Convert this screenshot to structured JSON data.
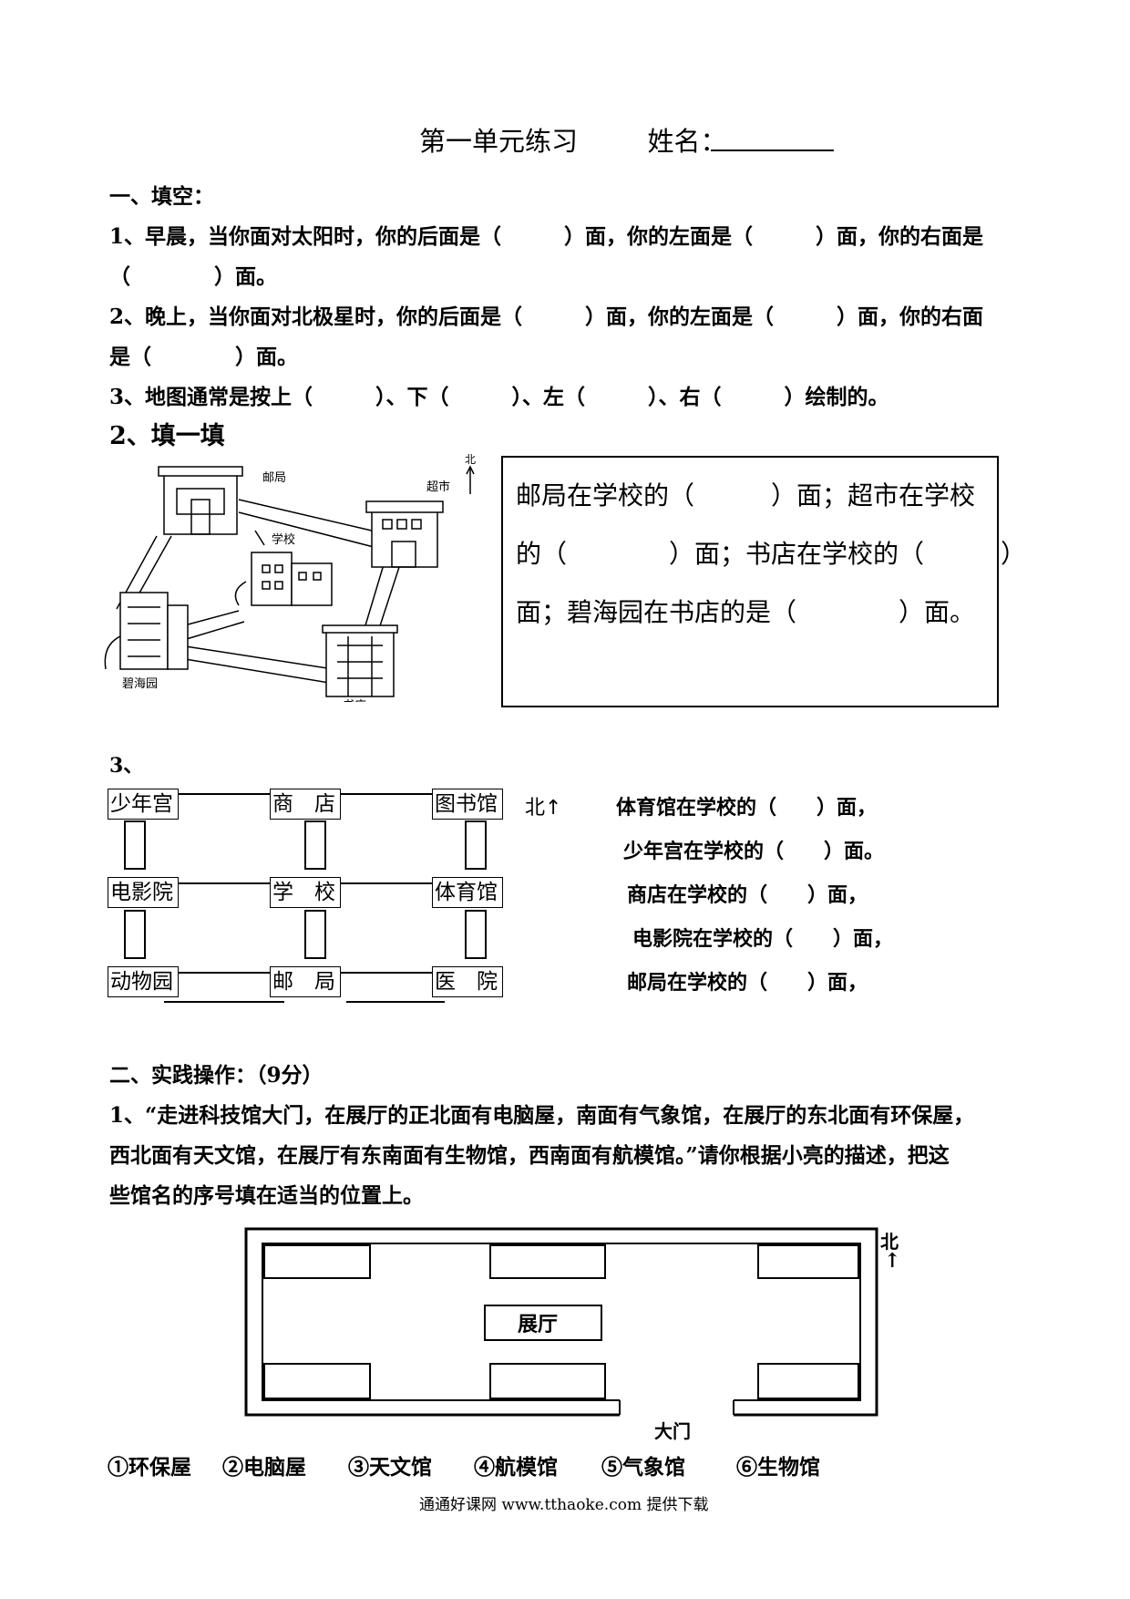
{
  "header": {
    "title": "第一单元练习",
    "name_label": "姓名："
  },
  "section1": {
    "heading": "一、填空：",
    "q1_line1": "1、早晨，当你面对太阳时，你的后面是（　　　）面，你的左面是（　　　）面，你的右面是",
    "q1_line2": "（　　　　）面。",
    "q2_line1": "2、晚上，当你面对北极星时，你的后面是（　　　）面，你的左面是（　　　）面，你的右面",
    "q2_line2": "是（　　　　）面。",
    "q3_line": "3、地图通常是按上（　　　）、下（　　　）、左（　　　）、右（　　　）绘制的。"
  },
  "section2": {
    "heading": "2、填一填",
    "map_labels": {
      "post": "邮局",
      "market": "超市",
      "school": "学校",
      "garden": "碧海园",
      "bookstore": "书店",
      "north": "北"
    },
    "box_lines": [
      "邮局在学校的（　　　）面；超市在学校",
      "的（　　　　）面；书店在学校的（　　　）",
      "面；碧海园在书店的是（　　　　）面。"
    ]
  },
  "section3": {
    "heading": "3、",
    "grid": [
      [
        "少年宫",
        "商　店",
        "图书馆"
      ],
      [
        "电影院",
        "学　校",
        "体育馆"
      ],
      [
        "动物园",
        "邮　局",
        "医　院"
      ]
    ],
    "north_label": "北↑",
    "questions": [
      "体育馆在学校的（　　）面，",
      "少年宫在学校的（　　）面。",
      "商店在学校的（　　）面，",
      "电影院在学校的（　　）面，",
      "邮局在学校的（　　）面，"
    ]
  },
  "practice": {
    "heading": "二、实践操作：（9分）",
    "text_lines": [
      "1、“走进科技馆大门，在展厅的正北面有电脑屋，南面有气象馆，在展厅的东北面有环保屋，",
      "西北面有天文馆，在展厅有东南面有生物馆，西南面有航模馆。”请你根据小亮的描述，把这",
      "些馆名的序号填在适当的位置上。"
    ],
    "hall_label": "展厅",
    "gate_label": "大门",
    "north_label": "北",
    "north_arrow": "↑",
    "options": [
      "①环保屋",
      "②电脑屋",
      "③天文馆",
      "④航模馆",
      "⑤气象馆",
      "⑥生物馆"
    ]
  },
  "footer": {
    "text": "通通好课网 www.tthaoke.com 提供下载"
  }
}
